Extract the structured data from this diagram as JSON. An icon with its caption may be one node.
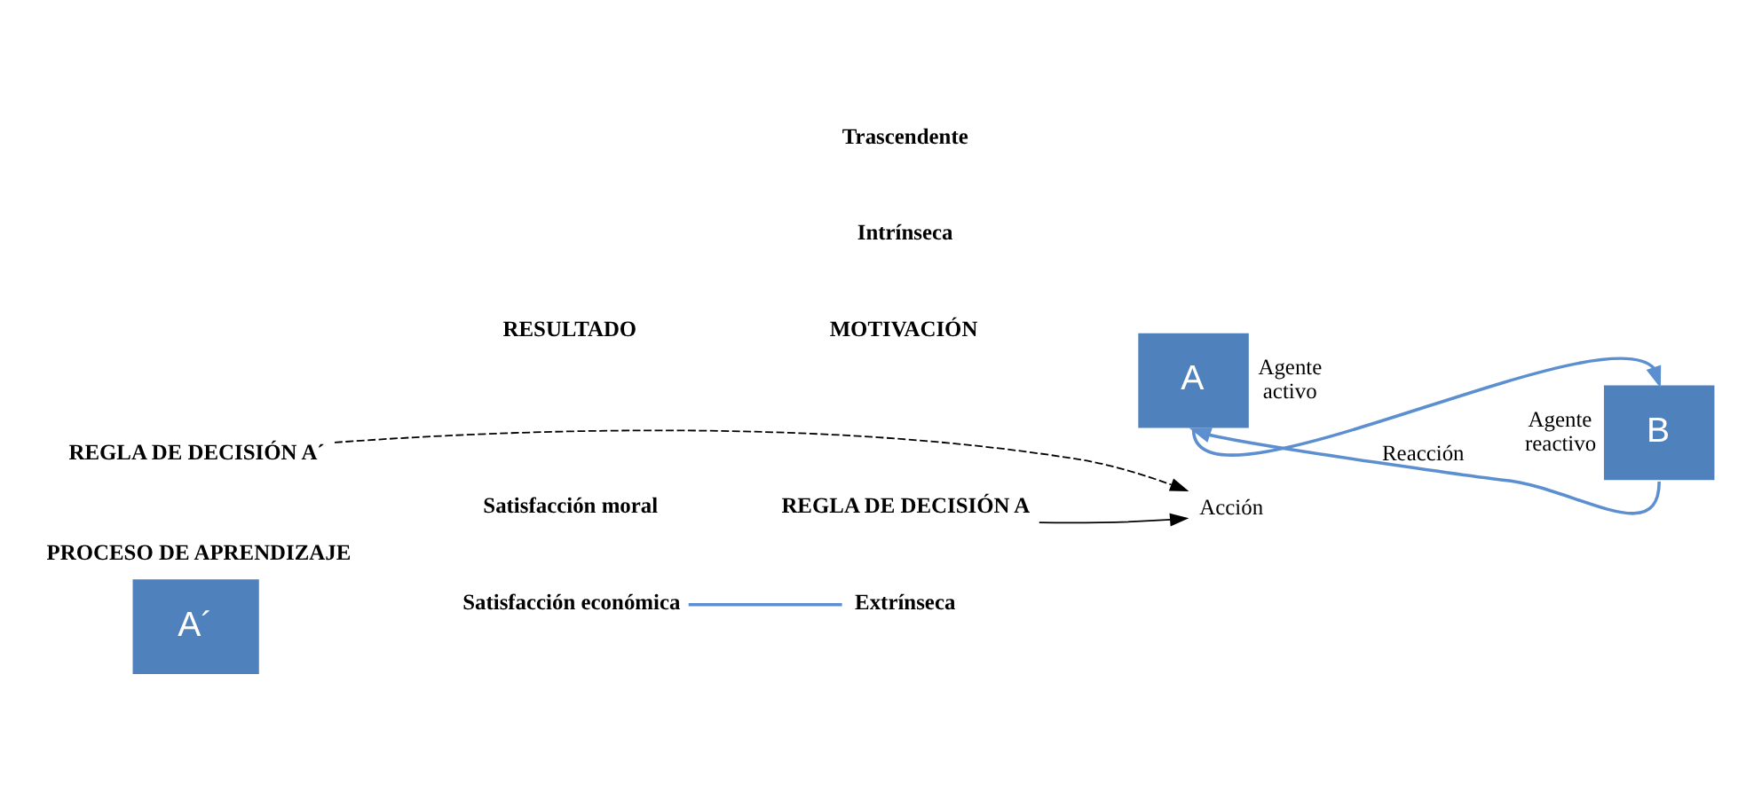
{
  "diagram": {
    "nodes": [
      {
        "text": [
          "PROCESO DE APRENDIZAJE",
          "A´"
        ]
      },
      {
        "text": [
          "Satisfacción económica"
        ]
      },
      {
        "text": [
          "Extrínseca"
        ]
      },
      {
        "text": [
          "A"
        ],
        "beside": [
          "Agente activo"
        ]
      },
      {
        "text": [
          "B"
        ],
        "beside": [
          "Agente reactivo"
        ]
      },
      {
        "text": [
          "REGLA DE DECISIÓN A´"
        ]
      },
      {
        "text": [
          "REGLA DE DECISIÓN A"
        ]
      },
      {
        "text": [
          "Acción"
        ]
      }
    ],
    "edges": [
      {
        "from": 4,
        "to": 3,
        "arrow": "to",
        "label": "Reacción"
      },
      {
        "from": 3,
        "to": 4,
        "arrow": "to"
      },
      {
        "from": 1,
        "to": 2,
        "arrow": "none"
      },
      {
        "from": 6,
        "to": 7,
        "arrow": "to",
        "color": "#000000"
      },
      {
        "from": 5,
        "to": 7,
        "arrow": "to",
        "style": "dashed",
        "color": "#000000"
      }
    ],
    "labels": [
      "RESULTADO",
      "MOTIVACIÓN",
      "Satisfacción moral",
      "Intrínseca",
      "Trascendente"
    ]
  }
}
